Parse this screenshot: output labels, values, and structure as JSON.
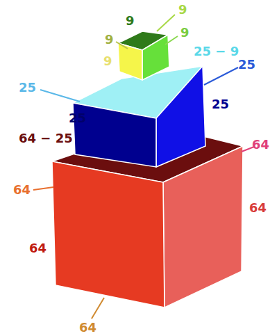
{
  "diagram": {
    "labels": [
      "9",
      "9",
      "9",
      "9",
      "9",
      "25 − 9",
      "25",
      "25",
      "25",
      "25",
      "64 − 25",
      "64",
      "64",
      "64",
      "64",
      "64"
    ]
  }
}
